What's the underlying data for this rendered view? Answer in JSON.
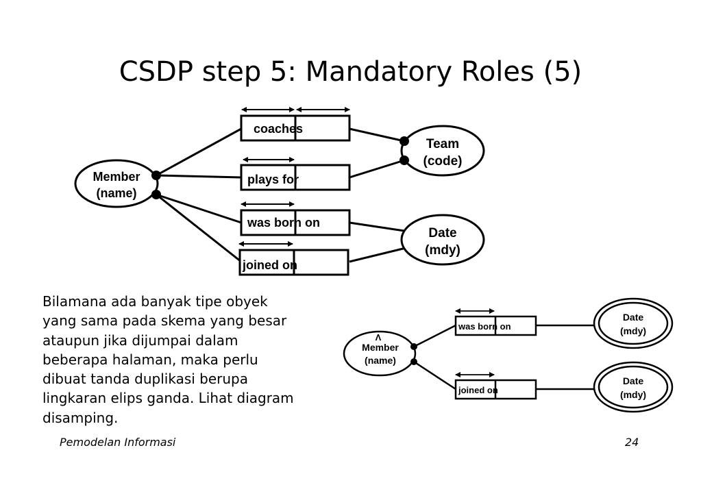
{
  "slide": {
    "title": "CSDP step 5: Mandatory Roles (5)",
    "body_lines": [
      "Bilamana ada banyak tipe obyek",
      "yang sama pada skema yang besar",
      "ataupun jika dijumpai dalam",
      "beberapa halaman, maka perlu",
      "dibuat tanda duplikasi berupa",
      "lingkaran elips ganda. Lihat diagram",
      "disamping."
    ],
    "footer_left": "Pemodelan Informasi",
    "page_number": "24"
  },
  "diagram1": {
    "member": {
      "name": "Member",
      "ref": "(name)"
    },
    "team": {
      "name": "Team",
      "ref": "(code)"
    },
    "date": {
      "name": "Date",
      "ref": "(mdy)"
    },
    "facts": [
      "coaches",
      "plays for",
      "was born on",
      "joined on"
    ]
  },
  "diagram2": {
    "member_mark": "Λ",
    "member": {
      "name": "Member",
      "ref": "(name)"
    },
    "date1": {
      "name": "Date",
      "ref": "(mdy)"
    },
    "date2": {
      "name": "Date",
      "ref": "(mdy)"
    },
    "facts": [
      "was born on",
      "joined on"
    ]
  }
}
